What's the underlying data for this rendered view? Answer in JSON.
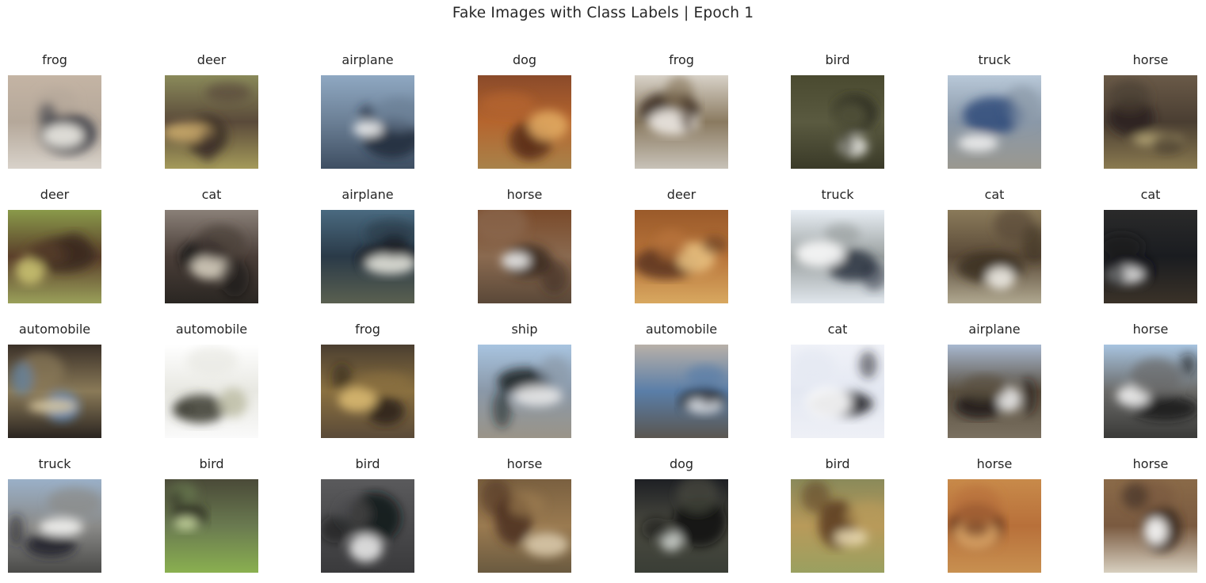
{
  "figure": {
    "title": "Fake Images with Class Labels | Epoch 1"
  },
  "grid": {
    "rows": 4,
    "columns": 8,
    "cells": [
      {
        "label": "frog",
        "colors": {
          "top": "#c4b4a4",
          "mid": "#b5a89a",
          "bottom": "#d8d2ca",
          "accent": "#2d3340",
          "highlight": "#f0ece6"
        }
      },
      {
        "label": "deer",
        "colors": {
          "top": "#8a8a5a",
          "mid": "#5a4a3a",
          "bottom": "#a49a5a",
          "accent": "#3a2e26",
          "highlight": "#c9a86a"
        }
      },
      {
        "label": "airplane",
        "colors": {
          "top": "#8fa8c2",
          "mid": "#6b7f95",
          "bottom": "#3e4e62",
          "accent": "#1f2a38",
          "highlight": "#f2f2f2"
        }
      },
      {
        "label": "dog",
        "colors": {
          "top": "#8a4a2a",
          "mid": "#b5652e",
          "bottom": "#a8824a",
          "accent": "#5a2e1a",
          "highlight": "#e0a860"
        }
      },
      {
        "label": "frog",
        "colors": {
          "top": "#d8d2c8",
          "mid": "#8a7a60",
          "bottom": "#c8c2b8",
          "accent": "#3a2a1e",
          "highlight": "#f4f0ea"
        }
      },
      {
        "label": "bird",
        "colors": {
          "top": "#4a4a30",
          "mid": "#5a5a40",
          "bottom": "#3a3a28",
          "accent": "#2a2a1e",
          "highlight": "#e6e6e0"
        }
      },
      {
        "label": "truck",
        "colors": {
          "top": "#b8c8d8",
          "mid": "#8a98a8",
          "bottom": "#9a9890",
          "accent": "#2e4a7a",
          "highlight": "#eeeeee"
        }
      },
      {
        "label": "horse",
        "colors": {
          "top": "#6a5a48",
          "mid": "#4a3e32",
          "bottom": "#8a7a50",
          "accent": "#2a221c",
          "highlight": "#b8a878"
        }
      },
      {
        "label": "deer",
        "colors": {
          "top": "#8a9a4a",
          "mid": "#5a3e2a",
          "bottom": "#9aa05a",
          "accent": "#3a2a20",
          "highlight": "#c8c070"
        }
      },
      {
        "label": "cat",
        "colors": {
          "top": "#8a8078",
          "mid": "#4a3e38",
          "bottom": "#2a2622",
          "accent": "#1a1614",
          "highlight": "#d8d0c0"
        }
      },
      {
        "label": "airplane",
        "colors": {
          "top": "#4a6a80",
          "mid": "#2a3a48",
          "bottom": "#5a6050",
          "accent": "#14181e",
          "highlight": "#e8e8e0"
        }
      },
      {
        "label": "horse",
        "colors": {
          "top": "#7a4a2a",
          "mid": "#8a6a50",
          "bottom": "#5a4838",
          "accent": "#3a281e",
          "highlight": "#f0f0f0"
        }
      },
      {
        "label": "deer",
        "colors": {
          "top": "#9a5a2a",
          "mid": "#b8743a",
          "bottom": "#d8a860",
          "accent": "#5a3420",
          "highlight": "#e8c080"
        }
      },
      {
        "label": "truck",
        "colors": {
          "top": "#e8eef4",
          "mid": "#9aa0a0",
          "bottom": "#e0e6ec",
          "accent": "#2a323e",
          "highlight": "#fafafa"
        }
      },
      {
        "label": "cat",
        "colors": {
          "top": "#8a7a5a",
          "mid": "#5a4a38",
          "bottom": "#b0a890",
          "accent": "#3a2e22",
          "highlight": "#f2efe8"
        }
      },
      {
        "label": "cat",
        "colors": {
          "top": "#2a2a2a",
          "mid": "#1a1c20",
          "bottom": "#3a3228",
          "accent": "#0e1014",
          "highlight": "#e0e0e0"
        }
      },
      {
        "label": "automobile",
        "colors": {
          "top": "#3a3028",
          "mid": "#8a7a58",
          "bottom": "#2a2420",
          "accent": "#5a8ac0",
          "highlight": "#d8c8a0"
        }
      },
      {
        "label": "automobile",
        "colors": {
          "top": "#ffffff",
          "mid": "#e8e8e2",
          "bottom": "#fafafa",
          "accent": "#3a3a30",
          "highlight": "#c0c0a8"
        }
      },
      {
        "label": "frog",
        "colors": {
          "top": "#4a3e30",
          "mid": "#8a7040",
          "bottom": "#5a4a38",
          "accent": "#2a221a",
          "highlight": "#d8b870"
        }
      },
      {
        "label": "ship",
        "colors": {
          "top": "#a8c4e0",
          "mid": "#8a98a8",
          "bottom": "#9a9488",
          "accent": "#1a1c22",
          "highlight": "#e8e8e8"
        }
      },
      {
        "label": "automobile",
        "colors": {
          "top": "#b8b0a8",
          "mid": "#5a7ea8",
          "bottom": "#5a5650",
          "accent": "#2a2e34",
          "highlight": "#e0e4ea"
        }
      },
      {
        "label": "cat",
        "colors": {
          "top": "#f0f2f8",
          "mid": "#e4e8f2",
          "bottom": "#eef0f6",
          "accent": "#1e2024",
          "highlight": "#ffffff"
        }
      },
      {
        "label": "airplane",
        "colors": {
          "top": "#a8b8d0",
          "mid": "#5a5040",
          "bottom": "#7a7060",
          "accent": "#1e1a16",
          "highlight": "#e8e8e8"
        }
      },
      {
        "label": "horse",
        "colors": {
          "top": "#a8c4e0",
          "mid": "#6a6a68",
          "bottom": "#3a3a38",
          "accent": "#1a1a1a",
          "highlight": "#f0f0f0"
        }
      },
      {
        "label": "truck",
        "colors": {
          "top": "#9ab0c8",
          "mid": "#8a8a88",
          "bottom": "#4a4a48",
          "accent": "#1e2028",
          "highlight": "#f4f4f2"
        }
      },
      {
        "label": "bird",
        "colors": {
          "top": "#4a4a38",
          "mid": "#6a7a50",
          "bottom": "#8ab050",
          "accent": "#2a2a20",
          "highlight": "#c8d8a0"
        }
      },
      {
        "label": "bird",
        "colors": {
          "top": "#5a5a5c",
          "mid": "#4a4a4c",
          "bottom": "#3a3a3c",
          "accent": "#121416",
          "highlight": "#e8e8e8"
        }
      },
      {
        "label": "horse",
        "colors": {
          "top": "#7a6040",
          "mid": "#9a7a50",
          "bottom": "#6a5a40",
          "accent": "#4a2e1e",
          "highlight": "#d8c8a8"
        }
      },
      {
        "label": "dog",
        "colors": {
          "top": "#1e2024",
          "mid": "#4a4a40",
          "bottom": "#3a3e36",
          "accent": "#0e1012",
          "highlight": "#c8ccc8"
        }
      },
      {
        "label": "bird",
        "colors": {
          "top": "#8a8a5a",
          "mid": "#b89a5a",
          "bottom": "#9aa060",
          "accent": "#5a3a20",
          "highlight": "#e8d8b0"
        }
      },
      {
        "label": "horse",
        "colors": {
          "top": "#c88a4a",
          "mid": "#b8703a",
          "bottom": "#c89050",
          "accent": "#5a2a18",
          "highlight": "#e0a868"
        }
      },
      {
        "label": "horse",
        "colors": {
          "top": "#8a6a48",
          "mid": "#7a5a40",
          "bottom": "#d8d0c0",
          "accent": "#3a2a20",
          "highlight": "#ffffff"
        }
      }
    ]
  }
}
